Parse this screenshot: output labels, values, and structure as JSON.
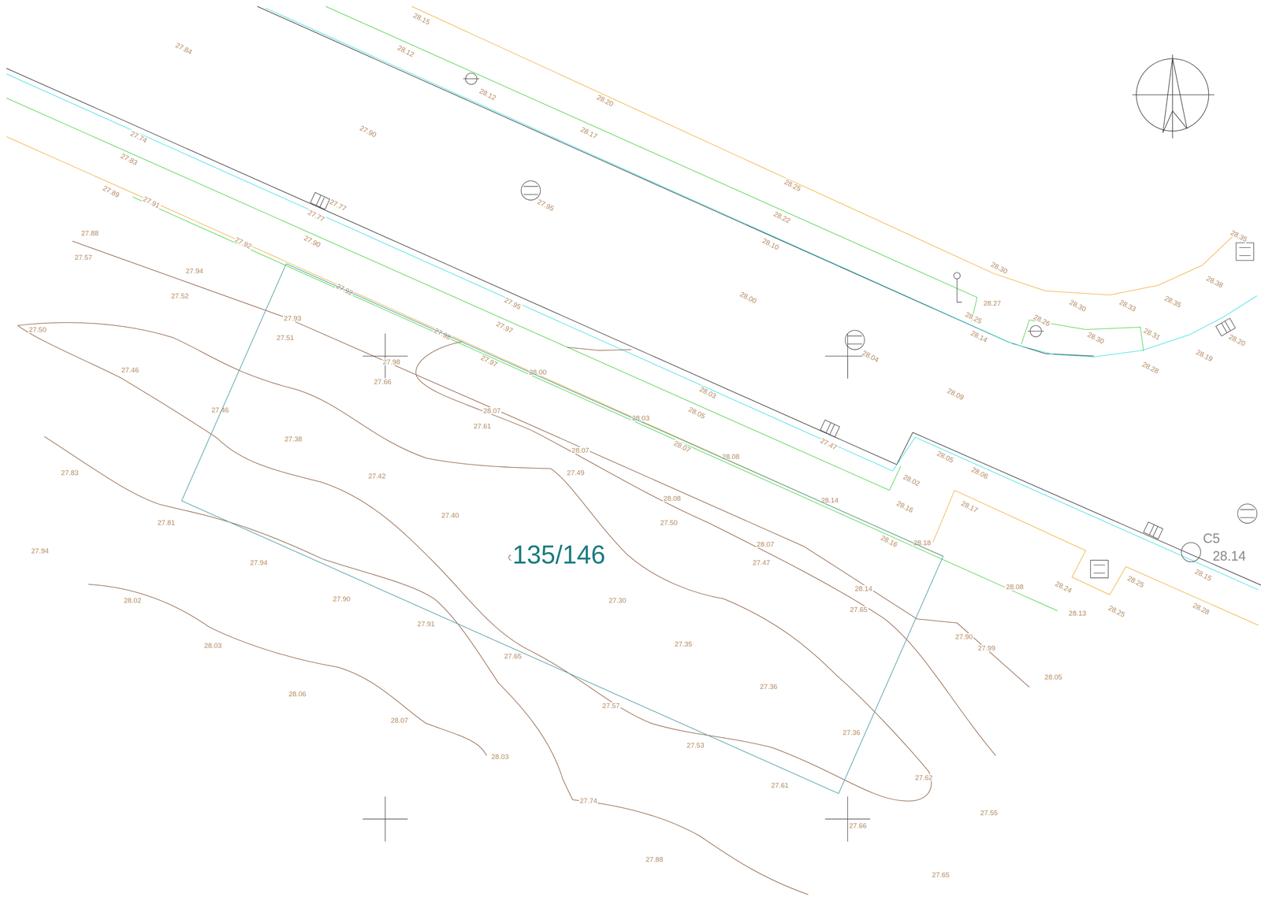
{
  "diagram": {
    "nodes": [
      {
        "text": [
          "135/146"
        ]
      }
    ],
    "labels": [
      "27.84",
      "28.15",
      "28.12",
      "28.12",
      "28.20",
      "27.90",
      "28.17",
      "27.95",
      "27.74",
      "27.83",
      "27.89",
      "27.91",
      "27.77",
      "27.77",
      "28.25",
      "28.22",
      "28.10",
      "27.88",
      "27.57",
      "27.92",
      "27.90",
      "27.94",
      "27.52",
      "27.92",
      "28.30",
      "28.35",
      "28.38",
      "28.27",
      "28.30",
      "28.33",
      "28.35",
      "28.25",
      "28.26",
      "28.30",
      "28.31",
      "28.14",
      "28.20",
      "28.19",
      "28.28",
      "28.00",
      "27.95",
      "27.97",
      "27.93",
      "27.51",
      "27.50",
      "27.98",
      "27.98",
      "27.97",
      "28.00",
      "28.04",
      "27.46",
      "27.66",
      "28.03",
      "28.09",
      "28.07",
      "28.05",
      "27.61",
      "28.03",
      "27.46",
      "27.38",
      "28.07",
      "28.07",
      "28.08",
      "27.47",
      "28.05",
      "28.06",
      "28.02",
      "27.83",
      "27.42",
      "27.49",
      "28.08",
      "28.14",
      "28.16",
      "28.17",
      "27.40",
      "27.50",
      "27.81",
      "28.16",
      "28.18",
      "27.94",
      "28.07",
      "27.94",
      "27.47",
      "28.08",
      "28.24",
      "28.25",
      "28.15",
      "28.28",
      "28.25",
      "28.13",
      "28.14",
      "27.65",
      "28.02",
      "27.90",
      "27.30",
      "27.91",
      "27.90",
      "27.99",
      "28.03",
      "27.35",
      "27.65",
      "28.05",
      "27.36",
      "28.06",
      "27.57",
      "28.07",
      "27.36",
      "27.53",
      "28.03",
      "27.62",
      "27.61",
      "27.74",
      "27.55",
      "27.66",
      "27.88",
      "27.65",
      "C5",
      "28.14"
    ]
  }
}
